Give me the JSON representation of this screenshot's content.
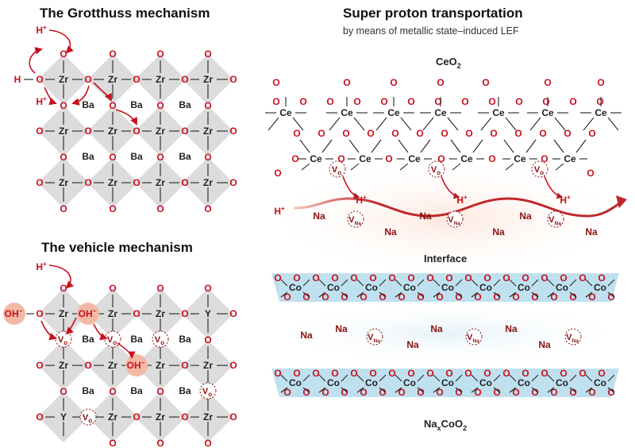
{
  "panels": {
    "grotthuss_title": "The Grotthuss mechanism",
    "vehicle_title": "The vehicle mechanism",
    "super_title": "Super proton transportation",
    "super_subtitle": "by means of metallic state–induced LEF"
  },
  "labels": {
    "ceo2": "CeO",
    "ceo2_sub": "2",
    "interface": "Interface",
    "naxcoo2_a": "Na",
    "naxcoo2_x": "x",
    "naxcoo2_b": "CoO",
    "naxcoo2_2": "2"
  },
  "atoms": {
    "oxygen": "O",
    "zirconium": "Zr",
    "yttrium": "Y",
    "barium": "Ba",
    "cerium": "Ce",
    "cobalt": "Co",
    "sodium": "Na",
    "hydrogen": "H",
    "proton": "H",
    "plus": "+",
    "hydroxide": "OH",
    "minus": "−",
    "vacancy": "V",
    "vac_o_sub": "o",
    "vac_na_sub": "Na"
  },
  "colors": {
    "oxygen": "#c8101e",
    "arrow": "#c8101e",
    "octahedron": "#dcdcdc",
    "co_band": "#bfe1ef",
    "proton_highlight": "#f3b9a6",
    "wave": "#c0282a"
  }
}
